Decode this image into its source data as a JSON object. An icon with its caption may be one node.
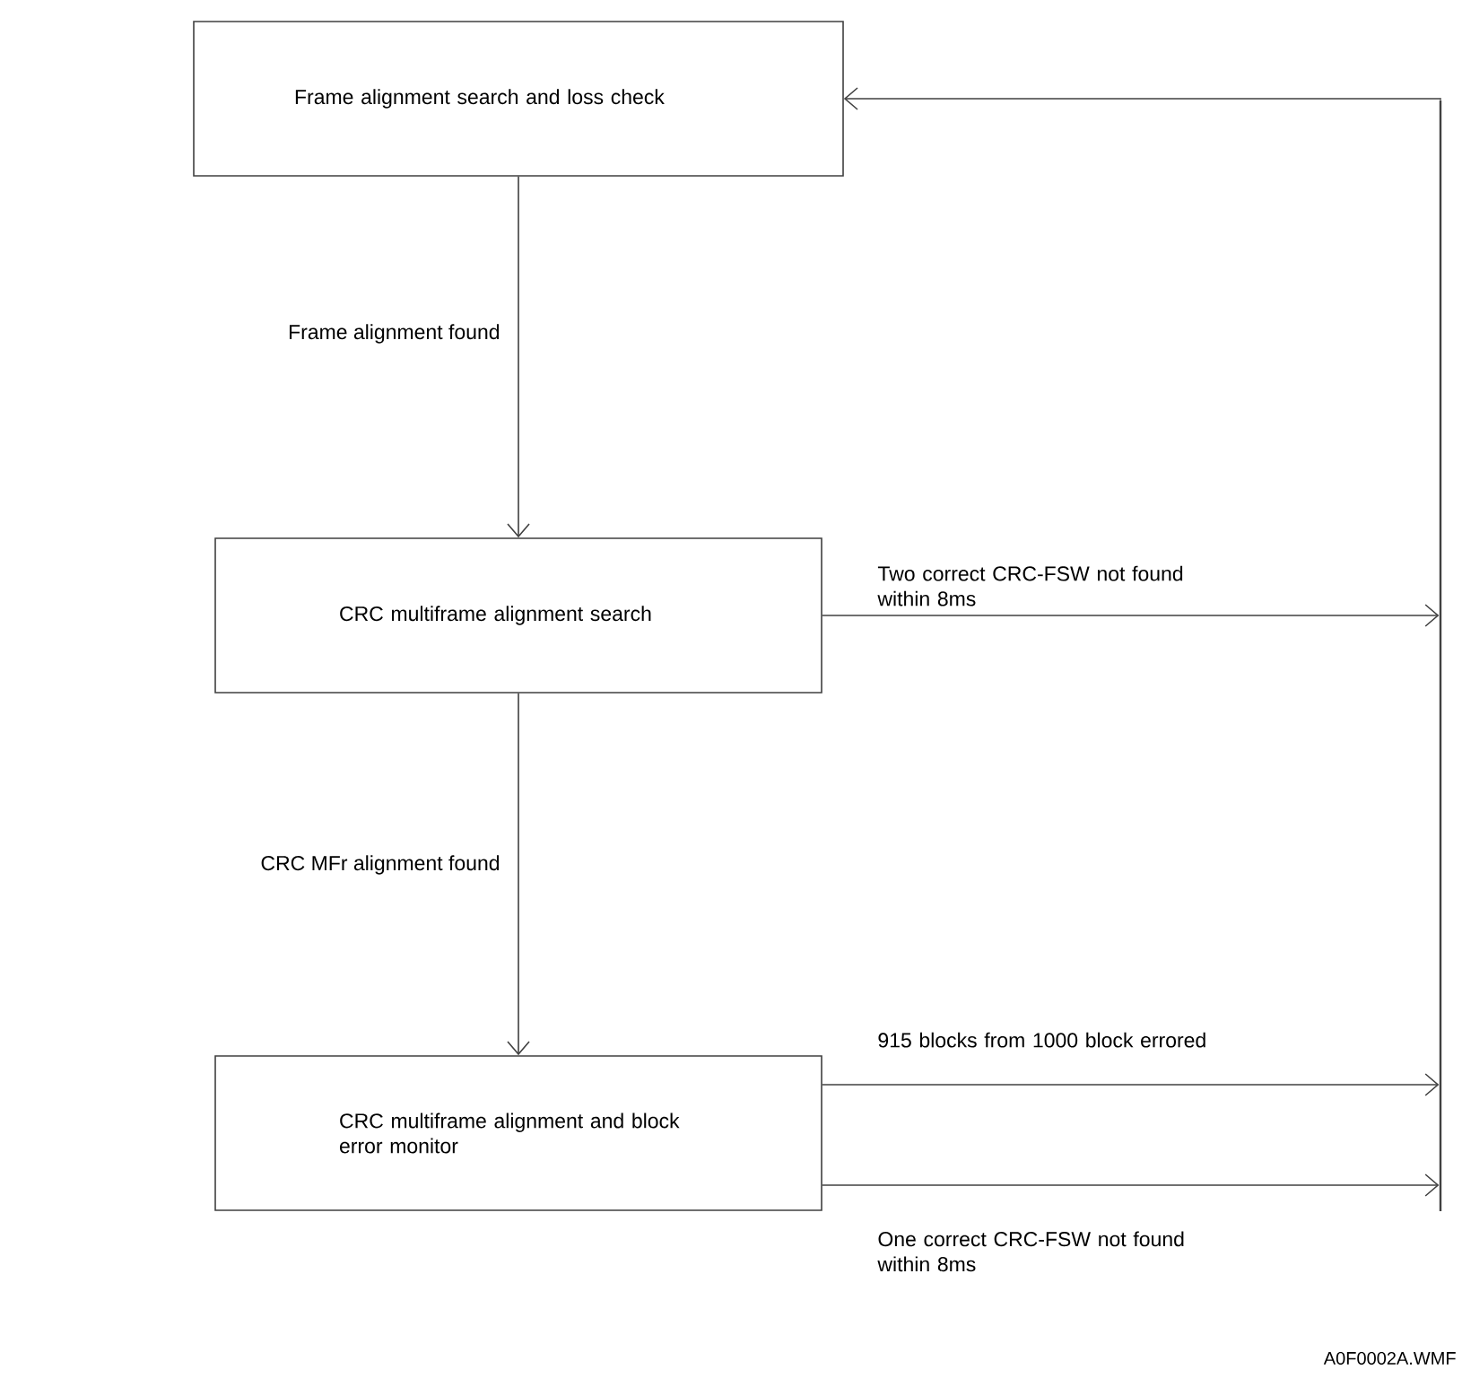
{
  "diagram": {
    "nodes": [
      {
        "text": [
          "Frame alignment search and loss check"
        ]
      },
      {
        "text": [
          "CRC multiframe alignment search"
        ]
      },
      {
        "text": [
          "CRC multiframe alignment and block error monitor"
        ]
      },
      {
        "text": [],
        "shape": "bar"
      }
    ],
    "edges": [
      {
        "from": 0,
        "to": 1,
        "arrow": "to",
        "label": "Frame alignment found"
      },
      {
        "from": 1,
        "to": 2,
        "arrow": "to",
        "label": "CRC MFr alignment found"
      },
      {
        "from": 1,
        "to": 3,
        "arrow": "to",
        "label": "Two correct CRC-FSW not found within 8ms"
      },
      {
        "from": 2,
        "to": 3,
        "arrow": "to",
        "label": "915 blocks from 1000 block errored"
      },
      {
        "from": 2,
        "to": 3,
        "arrow": "to",
        "label": "One correct CRC-FSW not found within 8ms"
      },
      {
        "from": 3,
        "to": 0,
        "arrow": "to"
      }
    ],
    "labels": [
      "A0F0002A.WMF"
    ]
  }
}
